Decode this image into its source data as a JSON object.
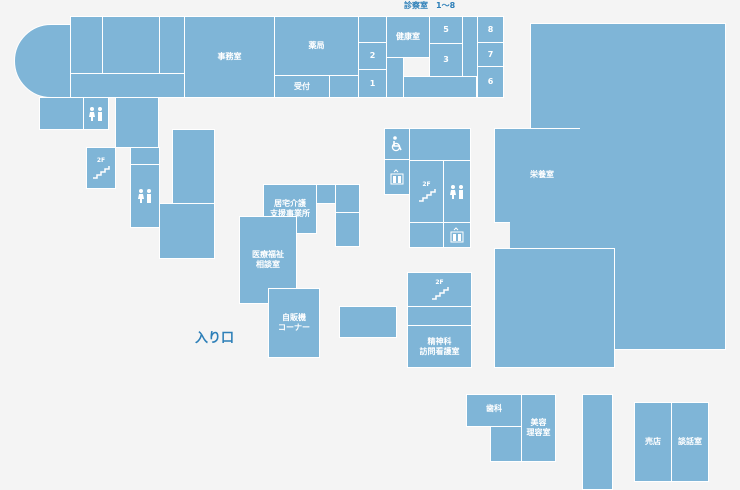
{
  "labels": {
    "exam_rooms": "診察室　1〜8",
    "admin_office": "事務室",
    "pharmacy": "薬局",
    "reception": "受付",
    "health_room": "健康室",
    "nutrition": "栄養室",
    "care_support": "居宅介護\n支援事業所",
    "medical_welfare": "医療福祉\n相談室",
    "vending": "自販機\nコーナー",
    "psychiatry": "精神科\n訪問看護室",
    "dental": "歯科",
    "beauty": "美容\n理容室",
    "shop": "売店",
    "lounge": "談話室",
    "entrance": "入り口",
    "floor_2f": "2F"
  },
  "room_numbers": [
    "1",
    "2",
    "3",
    "5",
    "6",
    "7",
    "8"
  ],
  "colors": {
    "room": "#7fb5d7",
    "text_accent": "#2d7fb8",
    "background": "#f4f4f4"
  },
  "icons": [
    "restroom-icon",
    "stairs-icon",
    "elevator-icon",
    "wheelchair-icon"
  ]
}
